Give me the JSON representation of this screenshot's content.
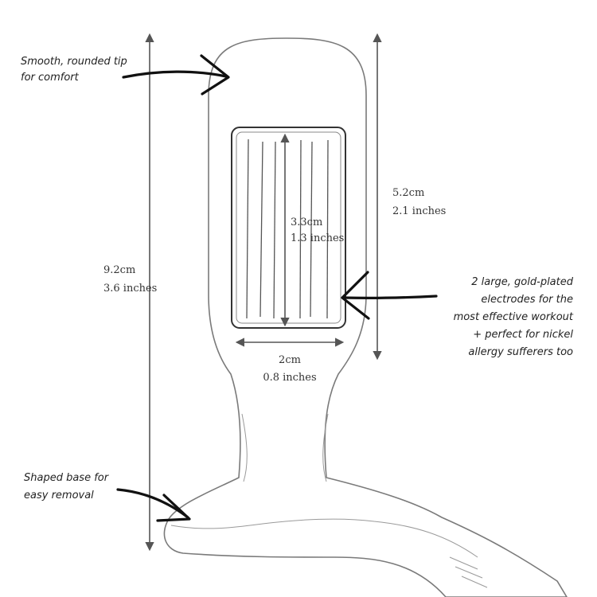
{
  "annotations": {
    "tip": [
      "Smooth, rounded tip",
      "for comfort"
    ],
    "electrodes": [
      "2 large, gold-plated",
      "electrodes for the",
      "most effective workout",
      "+ perfect for nickel",
      "allergy sufferers too"
    ],
    "base": [
      "Shaped base for",
      "easy removal"
    ]
  },
  "measurements": {
    "total_length": {
      "metric": "9.2cm",
      "imperial": "3.6 inches"
    },
    "insertable_length": {
      "metric": "5.2cm",
      "imperial": "2.1 inches"
    },
    "electrode_length": {
      "metric": "3.3cm",
      "imperial": "1.3 inches"
    },
    "electrode_width": {
      "metric": "2cm",
      "imperial": "0.8 inches"
    }
  },
  "colors": {
    "outline": "#7a7a7a",
    "ink": "#111111",
    "text": "#333333"
  }
}
